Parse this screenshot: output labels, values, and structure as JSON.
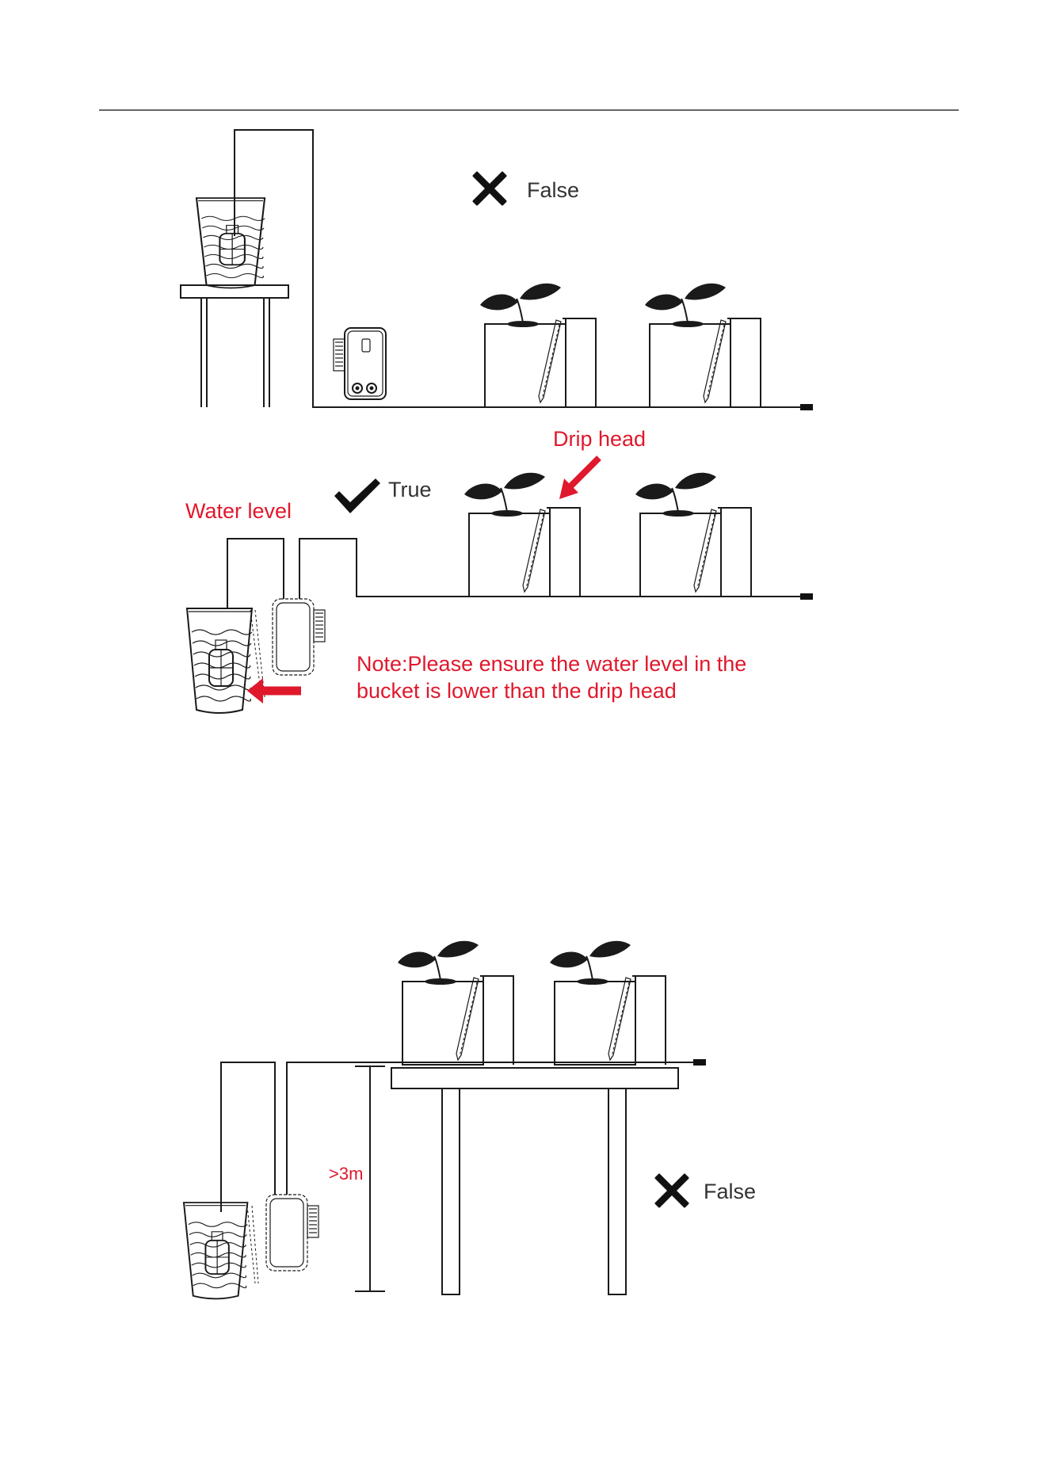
{
  "labels": {
    "top_false": "False",
    "mid_true": "True",
    "drip_head": "Drip head",
    "water_level": "Water level",
    "note_line1": "Note:Please ensure the water level in the",
    "note_line2": "bucket is lower than the drip head",
    "height": ">3m",
    "bottom_false": "False"
  },
  "colors": {
    "accent_red": "#e0182c",
    "line": "#1a1a1a",
    "text": "#333333"
  },
  "icons": {
    "false": "cross-icon",
    "true": "checkmark-icon",
    "pointer": "red-arrow-icon"
  }
}
